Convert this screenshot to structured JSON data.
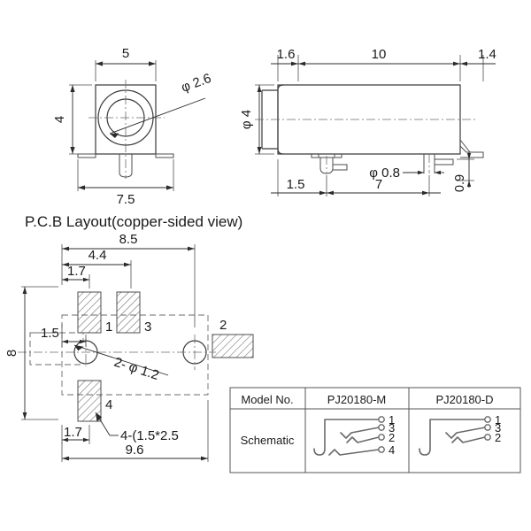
{
  "drawing": {
    "title_pcb": "P.C.B Layout(copper-sided view)",
    "front_view": {
      "dim_width_top": "5",
      "dim_height_left": "4",
      "dim_width_bottom": "7.5",
      "dim_hole": "φ 2.6"
    },
    "side_view": {
      "dim_left": "1.6",
      "dim_body": "10",
      "dim_right": "1.4",
      "dim_diameter": "φ 4",
      "dim_pin_offset": "1.5",
      "dim_pin_span": "7",
      "dim_pin_dia": "φ 0.8",
      "dim_tab_height": "0.9"
    },
    "pcb_view": {
      "dim_total_top": "8.5",
      "dim_mid_top": "4.4",
      "dim_pad_top": "1.7",
      "dim_left_height": "8",
      "dim_inner_left": "1.5",
      "dim_pad_bottom": "1.7",
      "dim_total_bottom": "9.6",
      "note_holes": "2- φ 1.2",
      "note_pads": "4-(1.5*2.5",
      "pad_labels": [
        "1",
        "3",
        "2",
        "4"
      ]
    },
    "table": {
      "header": [
        "Model No.",
        "PJ20180-M",
        "PJ20180-D"
      ],
      "row_label": "Schematic",
      "schematic_m_pins": [
        "1",
        "3",
        "2",
        "4"
      ],
      "schematic_d_pins": [
        "1",
        "3",
        "2"
      ]
    }
  },
  "colors": {
    "line": "#4d4d4d",
    "dim": "#2b2b2b",
    "center": "#6b6b6b",
    "background": "#ffffff"
  }
}
